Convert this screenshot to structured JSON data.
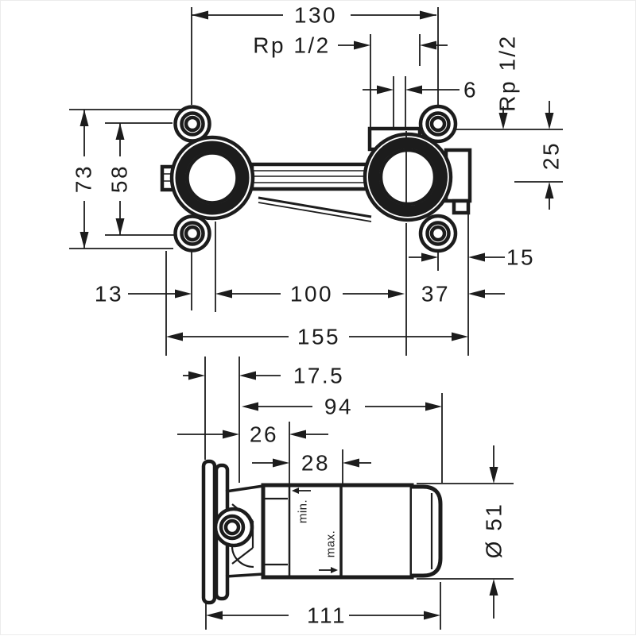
{
  "top_view": {
    "d130": "130",
    "rp_top": "Rp 1/2",
    "d6": "6",
    "rp_right": "Rp 1/2",
    "d73": "73",
    "d58": "58",
    "d25": "25",
    "d15": "15",
    "d13": "13",
    "d100": "100",
    "d37": "37",
    "d155": "155"
  },
  "side_view": {
    "d175": "17.5",
    "d94": "94",
    "d26": "26",
    "d28": "28",
    "dmin": "min.",
    "dmax": "max.",
    "d51": "Ø 51",
    "d111": "111"
  },
  "colors": {
    "ink": "#1c1c1c",
    "paper": "#ffffff"
  }
}
